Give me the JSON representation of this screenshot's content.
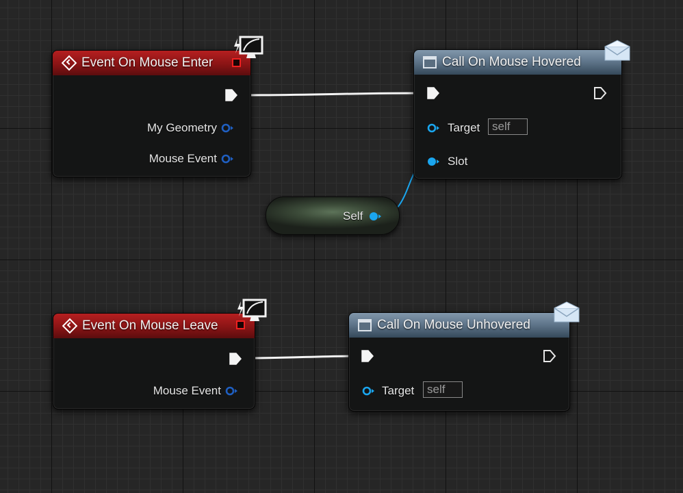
{
  "graph": {
    "event_enter": {
      "title": "Event On Mouse Enter",
      "outputs": [
        "My Geometry",
        "Mouse Event"
      ]
    },
    "call_hovered": {
      "title": "Call On Mouse Hovered",
      "target_label": "Target",
      "target_value": "self",
      "slot_label": "Slot"
    },
    "self_node": {
      "label": "Self"
    },
    "event_leave": {
      "title": "Event On Mouse Leave",
      "outputs": [
        "Mouse Event"
      ]
    },
    "call_unhovered": {
      "title": "Call On Mouse Unhovered",
      "target_label": "Target",
      "target_value": "self"
    }
  },
  "colors": {
    "event_header": "#b51f20",
    "call_header": "#61778c",
    "struct_pin": "#1f5fc2",
    "object_pin": "#1aa6ef",
    "exec_wire": "#ffffff",
    "object_wire": "#1aa6ef"
  },
  "icons": {
    "event": "diamond-arrow-icon",
    "function": "function-icon",
    "message": "envelope-icon",
    "client": "monitor-lightning-icon",
    "replicated": "red-square-icon"
  }
}
